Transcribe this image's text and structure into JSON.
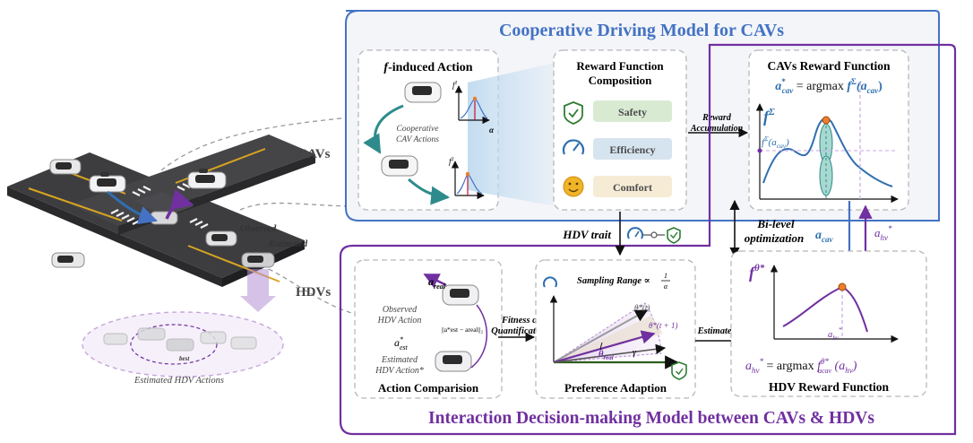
{
  "cav_model": {
    "title": "Cooperative Driving Model for CAVs",
    "f_action": {
      "title_f": "f",
      "title_rest": "-induced Action",
      "caption_line1": "Cooperative",
      "caption_line2": "CAV Actions",
      "f1": "f",
      "f1_sup": "1",
      "f2": "f",
      "f2_sup": "2",
      "alpha": "α"
    },
    "reward_composition": {
      "title_line1": "Reward Function",
      "title_line2": "Composition",
      "items": [
        "Safety",
        "Efficiency",
        "Comfort"
      ]
    },
    "reward_accumulation_line1": "Reward",
    "reward_accumulation_line2": "Accumulation",
    "cav_reward": {
      "title": "CAVs Reward Function",
      "eq_lhs": "a",
      "eq_lhs_sup": "*",
      "eq_lhs_sub": "cav",
      "eq_mid": " = argmax ",
      "eq_f": "f",
      "eq_f_sup": "Σ",
      "eq_arg": "(a",
      "eq_arg_sub": "cav",
      "eq_close": ")",
      "curve_label": "f",
      "curve_label_sup": "Σ",
      "point_label": "f",
      "point_label_sup": "Σ",
      "point_arg": "(a",
      "point_arg_sub": "cav",
      "point_close": ")"
    }
  },
  "labels": {
    "cavs": "CAVs",
    "hdvs": "HDVs",
    "observed": "Observed",
    "estimated": "Estimated",
    "estimated_hdv_actions": "Estimated HDV Actions",
    "best": "best",
    "hdv_trait": "HDV trait",
    "bilevel_line1": "Bi-level",
    "bilevel_line2": "optimization",
    "a_cav": "a",
    "a_cav_sub": "cav",
    "a_hv": "a",
    "a_hv_sub": "hv",
    "a_hv_sup": "*",
    "estimated_theta": "Estimated θ",
    "estimated_theta_sup": "*"
  },
  "interaction_model": {
    "title": "Interaction Decision-making Model between CAVs & HDVs",
    "action_comparison": {
      "title": "Action Comparision",
      "a_real": "a",
      "a_real_sub": "real",
      "observed_line1": "Observed",
      "observed_line2": "HDV Action",
      "norm": "||a*est − areal||₂",
      "a_est": "a",
      "a_est_sup": "*",
      "a_est_sub": "est",
      "estimated_line1": "Estimated",
      "estimated_line2": "HDV Action*"
    },
    "fitness_line1": "Fitness α",
    "fitness_line2": "Quantification",
    "preference": {
      "title": "Preference Adaption",
      "sampling": "Sampling Range ∝ ",
      "frac_num": "1",
      "frac_den": "α",
      "theta_t": "θ*(t)",
      "theta_t1": "θ*(t + 1)",
      "theta_real": "θ",
      "theta_real_sub": "real",
      "gamma": "γ"
    },
    "hdv_reward": {
      "title": "HDV Reward Function",
      "curve_label": "f",
      "curve_label_sup": "θ*",
      "peak_label": "a",
      "peak_label_sub": "hv",
      "peak_label_sup": "*",
      "eq_lhs": "a",
      "eq_lhs_sub": "hv",
      "eq_lhs_sup": "*",
      "eq_mid": " = argmax ",
      "eq_f": "f",
      "eq_f_sup": "θ*",
      "eq_f_sub": "acav",
      "eq_arg": " (a",
      "eq_arg_sub": "hv",
      "eq_close": ")"
    }
  },
  "colors": {
    "blue": "#4472c4",
    "purple": "#7030a0",
    "green": "#70ad47",
    "orange": "#ed7d31",
    "teal": "#2e8b8b"
  }
}
